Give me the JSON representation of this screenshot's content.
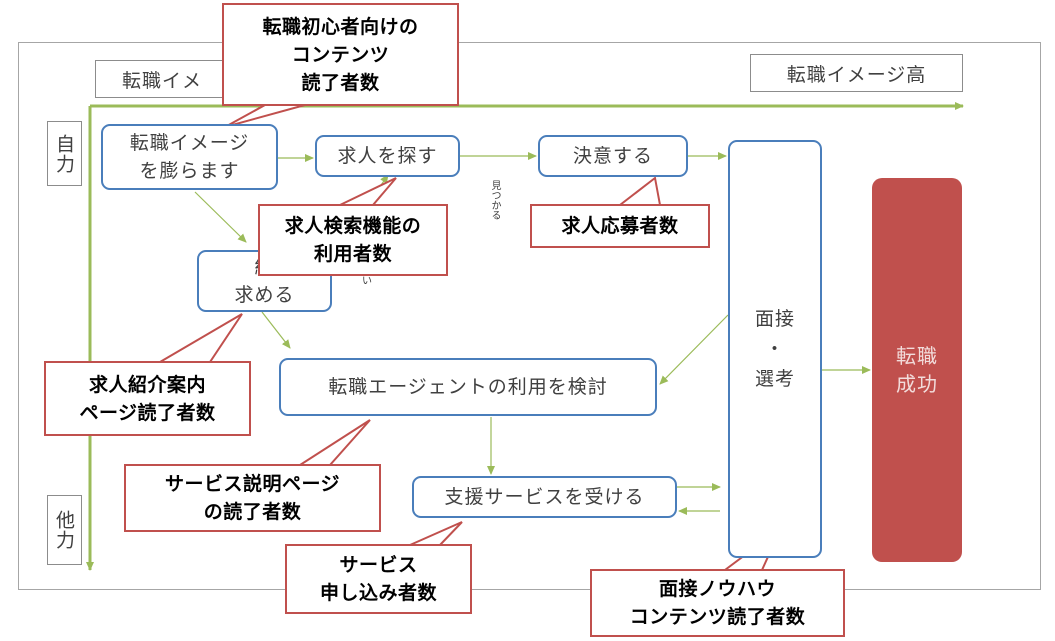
{
  "axis": {
    "top_left_label": "転職イメ",
    "top_right_label": "転職イメージ高",
    "side_top_label": "自力",
    "side_bottom_label": "他力"
  },
  "nodes": {
    "imagine": "転職イメージ\nを膨らます",
    "search": "求人を探す",
    "decide": "決意する",
    "referral": "紹\n求める",
    "agent": "転職エージェントの利用を検討",
    "support": "支援サービスを受ける",
    "interview": "面接\n・\n選考",
    "success": "転職\n成功"
  },
  "edge_labels": {
    "found": "見つかる",
    "partial": "い"
  },
  "callouts": {
    "beginner": "転職初心者向けの\nコンテンツ\n読了者数",
    "search_users": "求人検索機能の\n利用者数",
    "applicants": "求人応募者数",
    "referral_readers": "求人紹介案内\nページ読了者数",
    "service_readers": "サービス説明ページ\nの読了者数",
    "service_signups": "サービス\n申し込み者数",
    "interview_readers": "面接ノウハウ\nコンテンツ読了者数"
  },
  "colors": {
    "node_border": "#4a7ebb",
    "arrow_green": "#9bbb59",
    "callout_border": "#c0504d",
    "success_fill": "#c0504d",
    "success_text": "#f2dcdb"
  }
}
